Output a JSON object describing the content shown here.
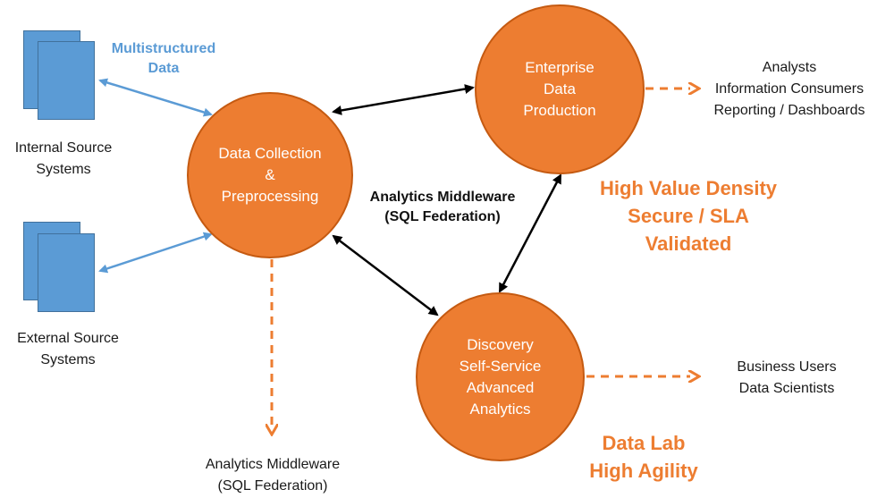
{
  "sources": {
    "multistructured_label": [
      "Multistructured",
      "Data"
    ],
    "internal_label": [
      "Internal Source",
      "Systems"
    ],
    "external_label": [
      "External Source",
      "Systems"
    ]
  },
  "nodes": {
    "collection": [
      "Data Collection",
      "&",
      "Preprocessing"
    ],
    "enterprise": [
      "Enterprise",
      "Data",
      "Production"
    ],
    "discovery": [
      "Discovery",
      "Self-Service",
      "Advanced",
      "Analytics"
    ]
  },
  "middleware_center": [
    "Analytics Middleware",
    "(SQL Federation)"
  ],
  "middleware_bottom": [
    "Analytics Middleware",
    "(SQL Federation)"
  ],
  "consumers_top": [
    "Analysts",
    "Information Consumers",
    "Reporting / Dashboards"
  ],
  "consumers_bottom": [
    "Business Users",
    "Data Scientists"
  ],
  "value_label": [
    "High Value Density",
    "Secure / SLA",
    "Validated"
  ],
  "lab_label": [
    "Data Lab",
    "High Agility"
  ],
  "colors": {
    "node_fill": "#ed7d31",
    "node_border": "#c55a11",
    "doc_fill": "#5b9bd5",
    "blue_arrow": "#5b9bd5",
    "black_arrow": "#000000",
    "dashed_arrow": "#ed7d31"
  }
}
